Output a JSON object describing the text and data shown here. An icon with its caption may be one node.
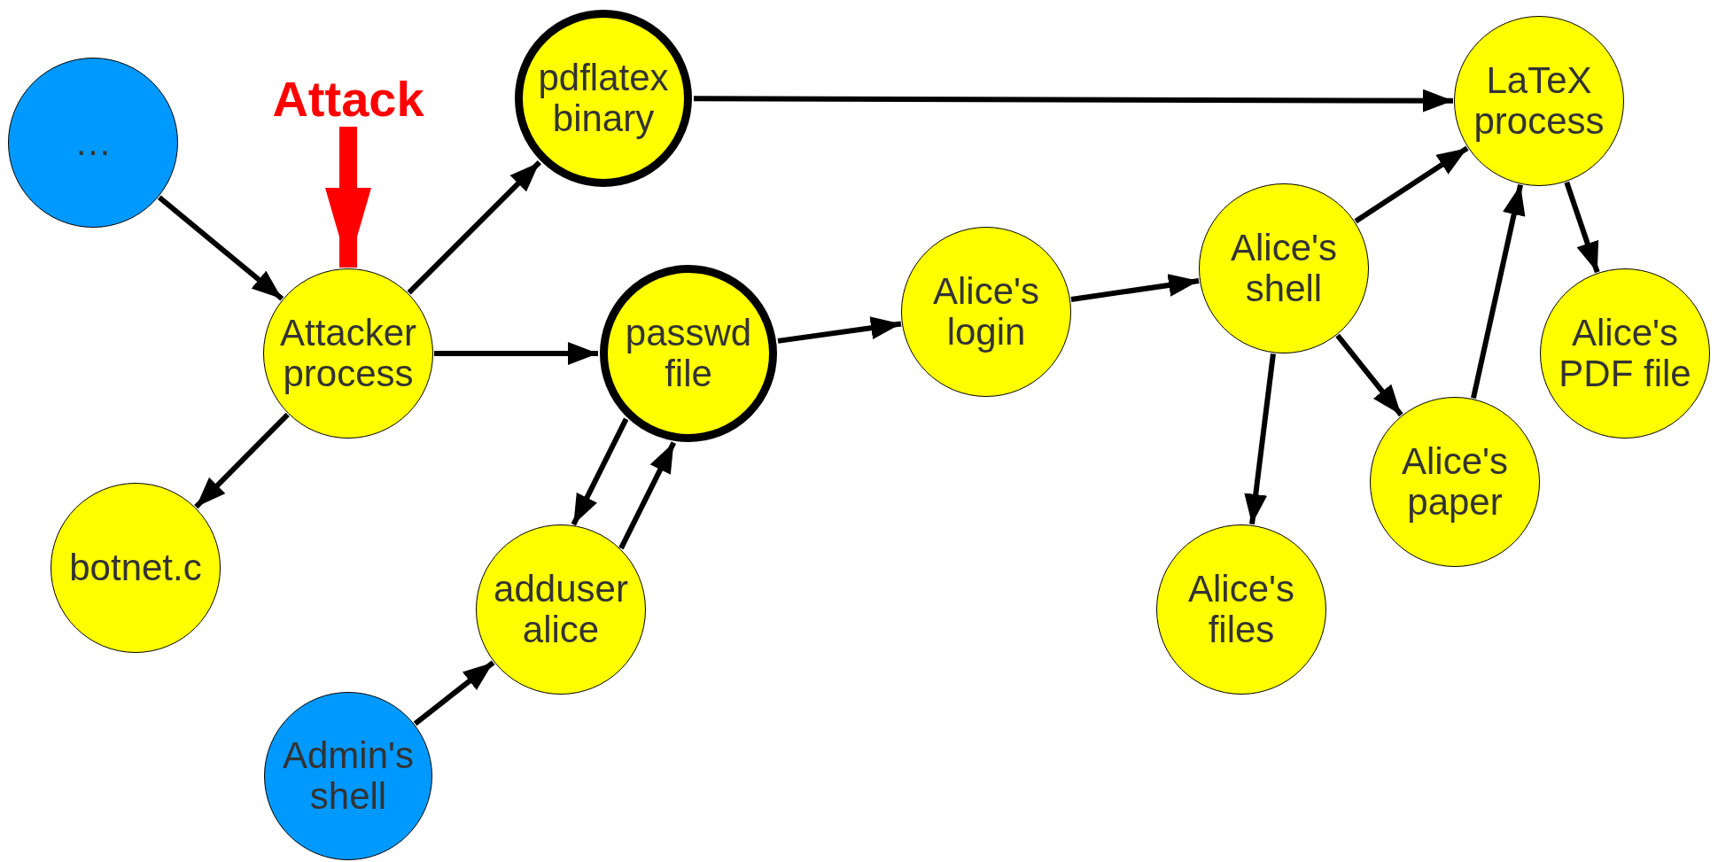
{
  "diagram": {
    "nodes": [
      {
        "text": [
          "…"
        ]
      },
      {
        "text": [
          "Attack"
        ]
      },
      {
        "text": [
          "pdflatex binary"
        ]
      },
      {
        "text": [
          "LaTeX process"
        ]
      },
      {
        "text": [
          "Attacker process"
        ]
      },
      {
        "text": [
          "passwd file"
        ]
      },
      {
        "text": [
          "Alice's login"
        ]
      },
      {
        "text": [
          "Alice's shell"
        ]
      },
      {
        "text": [
          "Alice's PDF file"
        ]
      },
      {
        "text": [
          "botnet.c"
        ]
      },
      {
        "text": [
          "adduser alice"
        ]
      },
      {
        "text": [
          "Alice's paper"
        ]
      },
      {
        "text": [
          "Alice's files"
        ]
      },
      {
        "text": [
          "Admin's shell"
        ]
      }
    ],
    "edges": [
      {
        "from": 0,
        "to": 4,
        "arrow": "to"
      },
      {
        "from": 1,
        "to": 4,
        "arrow": "to",
        "style": "thick",
        "color": "#ff0000"
      },
      {
        "from": 4,
        "to": 2,
        "arrow": "to"
      },
      {
        "from": 4,
        "to": 5,
        "arrow": "to"
      },
      {
        "from": 4,
        "to": 9,
        "arrow": "to"
      },
      {
        "from": 2,
        "to": 3,
        "arrow": "to"
      },
      {
        "from": 5,
        "to": 6,
        "arrow": "to"
      },
      {
        "from": 6,
        "to": 7,
        "arrow": "to"
      },
      {
        "from": 7,
        "to": 3,
        "arrow": "to"
      },
      {
        "from": 7,
        "to": 12,
        "arrow": "to"
      },
      {
        "from": 7,
        "to": 11,
        "arrow": "to"
      },
      {
        "from": 11,
        "to": 3,
        "arrow": "to"
      },
      {
        "from": 3,
        "to": 8,
        "arrow": "to"
      },
      {
        "from": 5,
        "to": 10,
        "arrow": "to"
      },
      {
        "from": 10,
        "to": 5,
        "arrow": "to"
      },
      {
        "from": 13,
        "to": 10,
        "arrow": "to"
      }
    ]
  }
}
